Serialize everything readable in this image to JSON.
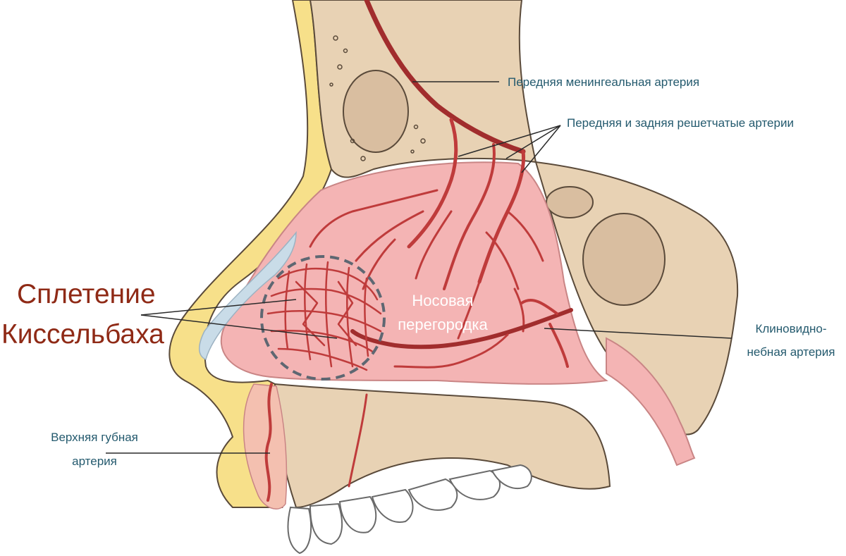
{
  "labels": {
    "anterior_meningeal": "Передняя менингеальная артерия",
    "ethmoidal": "Передняя и задняя решетчатые артерии",
    "plexus_line1": "Сплетение",
    "plexus_line2": "Киссельбаха",
    "septum_line1": "Носовая",
    "septum_line2": "перегородка",
    "sphenopalatine_line1": "Клиновидно-",
    "sphenopalatine_line2": "небная артерия",
    "superior_labial_line1": "Верхняя губная",
    "superior_labial_line2": "артерия"
  },
  "colors": {
    "skin": "#f7e08a",
    "bone": "#e8d2b4",
    "mucosa": "#f4b4b4",
    "artery": "#bf3b3b",
    "label_blue": "#245a6e",
    "label_red": "#8f2a16",
    "plexus_ring": "#5e6772"
  }
}
